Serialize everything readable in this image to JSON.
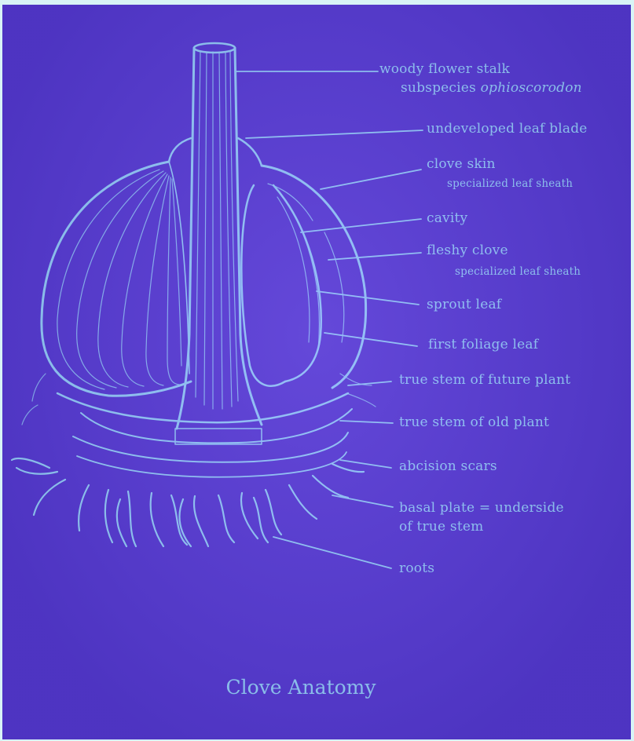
{
  "diagram": {
    "caption": "Clove Anatomy",
    "labels": {
      "woody_flower_stalk": "woody flower stalk",
      "subspecies_prefix": "subspecies",
      "subspecies_name": "ophioscorodon",
      "undeveloped_leaf_blade": "undeveloped leaf blade",
      "clove_skin": "clove skin",
      "clove_skin_note": "specialized leaf sheath",
      "cavity": "cavity",
      "fleshy_clove": "fleshy clove",
      "fleshy_clove_note": "specialized leaf sheath",
      "sprout_leaf": "sprout leaf",
      "first_foliage_leaf": "first foliage leaf",
      "true_stem_future": "true stem of future plant",
      "true_stem_old": "true stem of old plant",
      "abcision_scars": "abcision scars",
      "basal_plate_line1": "basal plate = underside",
      "basal_plate_line2": "of true stem",
      "roots": "roots"
    },
    "colors": {
      "background": "#5a3fd0",
      "line_art": "#a6f4ff",
      "frame": "#d8f4f6"
    }
  }
}
